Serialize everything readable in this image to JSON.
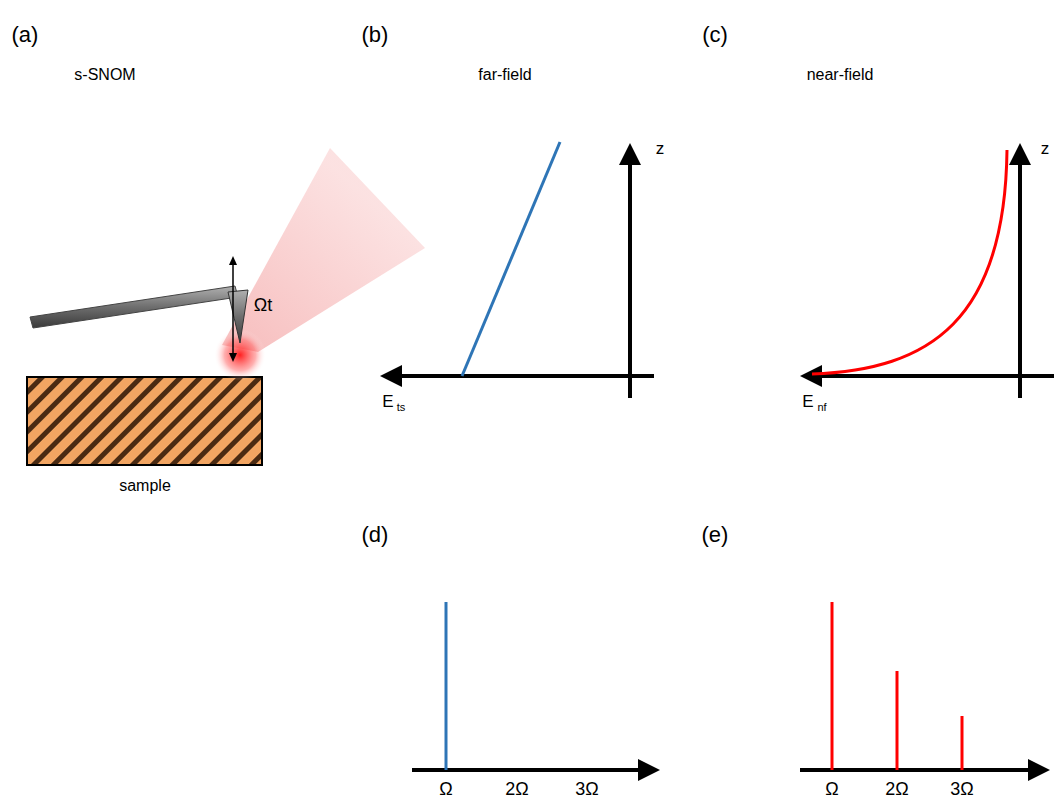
{
  "diagram": {
    "labels": [
      "(a)",
      "s-SNOM",
      "Ωt",
      "sample",
      "(b)",
      "far-field",
      "z",
      "E",
      "ts",
      "(c)",
      "near-field",
      "z",
      "E",
      "nf",
      "(d)",
      "(e)",
      "Ω",
      "2Ω",
      "3Ω",
      "Ω",
      "2Ω",
      "3Ω"
    ]
  }
}
